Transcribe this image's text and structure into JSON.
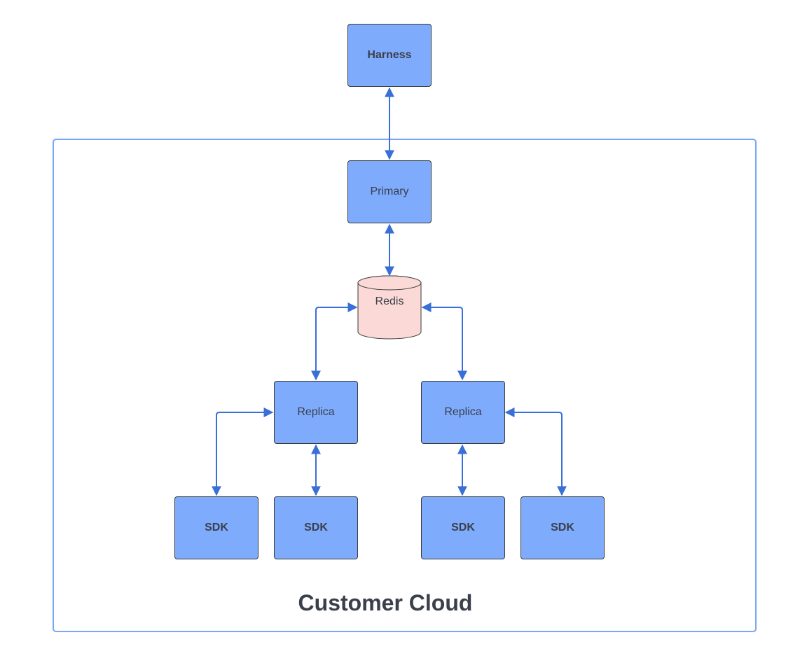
{
  "diagram": {
    "nodes": {
      "harness": "Harness",
      "primary": "Primary",
      "redis": "Redis",
      "replica_left": "Replica",
      "replica_right": "Replica",
      "sdk_1": "SDK",
      "sdk_2": "SDK",
      "sdk_3": "SDK",
      "sdk_4": "SDK"
    },
    "group_label": "Customer Cloud"
  },
  "colors": {
    "node_fill": "#7eabfc",
    "redis_fill": "#fbd9d6",
    "connector": "#3a6fd8",
    "frame_border": "#7aa6f5",
    "text": "#3a3f4b"
  }
}
